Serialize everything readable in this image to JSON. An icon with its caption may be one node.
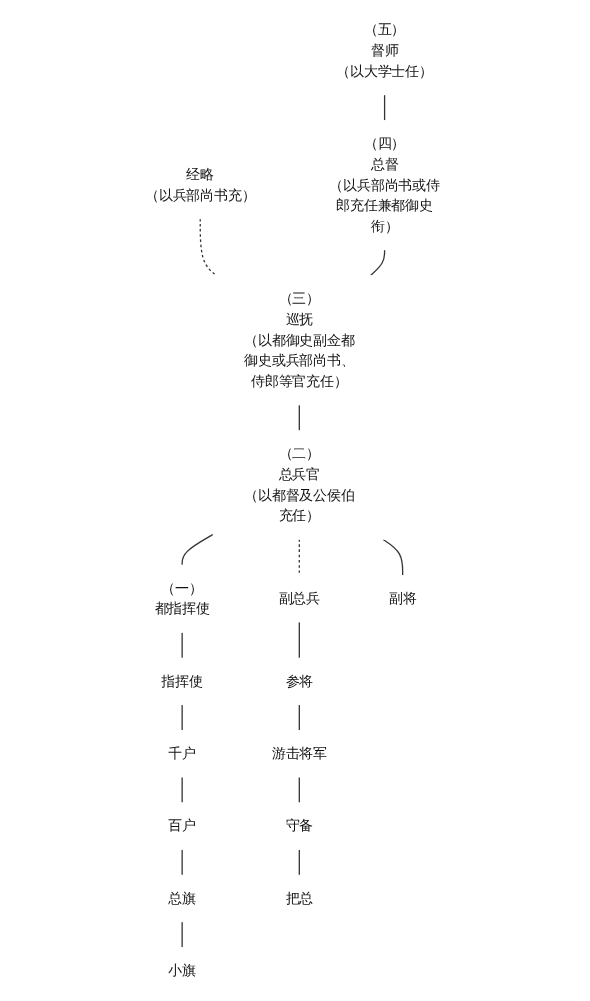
{
  "diagram": {
    "nodes": [
      {
        "text": [
          "（五）",
          "督师",
          "（以大学士任）"
        ]
      },
      {
        "text": [
          "经略",
          "（以兵部尚书充）"
        ]
      },
      {
        "text": [
          "（四）",
          "总督",
          "（以兵部尚书或侍郎充任兼都御史衔）"
        ]
      },
      {
        "text": [
          "（三）",
          "巡抚",
          "（以都御史副佥都御史或兵部尚书、侍郎等官充任）"
        ]
      },
      {
        "text": [
          "（二）",
          "总兵官",
          "（以都督及公侯伯充任）"
        ]
      },
      {
        "text": [
          "（一）",
          "都指挥使"
        ]
      },
      {
        "text": [
          "指挥使"
        ]
      },
      {
        "text": [
          "千户"
        ]
      },
      {
        "text": [
          "百户"
        ]
      },
      {
        "text": [
          "总旗"
        ]
      },
      {
        "text": [
          "小旗"
        ]
      },
      {
        "text": [
          "副总兵"
        ]
      },
      {
        "text": [
          "参将"
        ]
      },
      {
        "text": [
          "游击将军"
        ]
      },
      {
        "text": [
          "守备"
        ]
      },
      {
        "text": [
          "把总"
        ]
      },
      {
        "text": [
          "副将"
        ]
      }
    ],
    "edges": [
      {
        "from": 0,
        "to": 2,
        "arrow": "none"
      },
      {
        "from": 1,
        "to": 3,
        "arrow": "none",
        "style": "dashed"
      },
      {
        "from": 2,
        "to": 3,
        "arrow": "none"
      },
      {
        "from": 3,
        "to": 4,
        "arrow": "none"
      },
      {
        "from": 4,
        "to": 5,
        "arrow": "none"
      },
      {
        "from": 4,
        "to": 11,
        "arrow": "none",
        "style": "dashed"
      },
      {
        "from": 4,
        "to": 16,
        "arrow": "none"
      },
      {
        "from": 5,
        "to": 6,
        "arrow": "none"
      },
      {
        "from": 6,
        "to": 7,
        "arrow": "none"
      },
      {
        "from": 7,
        "to": 8,
        "arrow": "none"
      },
      {
        "from": 8,
        "to": 9,
        "arrow": "none"
      },
      {
        "from": 9,
        "to": 10,
        "arrow": "none"
      },
      {
        "from": 11,
        "to": 12,
        "arrow": "none"
      },
      {
        "from": 12,
        "to": 13,
        "arrow": "none"
      },
      {
        "from": 13,
        "to": 14,
        "arrow": "none"
      },
      {
        "from": 14,
        "to": 15,
        "arrow": "none"
      }
    ]
  }
}
